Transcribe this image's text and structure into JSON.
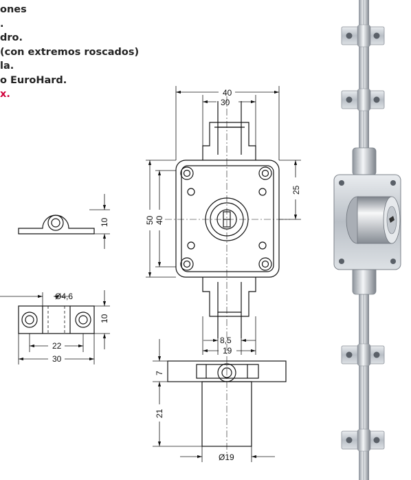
{
  "spec_lines": [
    "ones",
    ".",
    "dro.",
    " (con extremos roscados)",
    "la.",
    "o EuroHard."
  ],
  "highlight_line": "x.",
  "dims": {
    "width_outer": "40",
    "width_inner": "30",
    "height_outer": "50",
    "height_inner": "40",
    "right_25": "25",
    "key_85": "8,5",
    "key_19": "19",
    "side_7": "7",
    "side_21": "21",
    "cyl_dia": "Ø19",
    "clip_10a": "10",
    "clip_dia": "Ø4,6",
    "clip_10b": "10",
    "clip_22": "22",
    "clip_30": "30"
  },
  "colors": {
    "highlight": "#d0003a",
    "text": "#222222",
    "line": "#111111",
    "metal": "#c9ced6"
  }
}
